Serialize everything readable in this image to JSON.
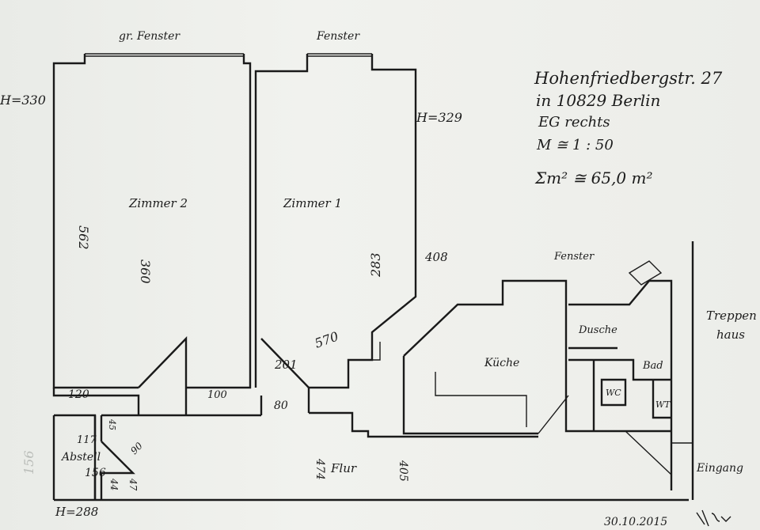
{
  "header": {
    "address_line1": "Hohenfriedbergstr. 27",
    "address_line2": "in 10829 Berlin",
    "floor": "EG rechts",
    "scale": "M ≅ 1 : 50",
    "area_total": "Σm² ≅ 65,0 m²"
  },
  "rooms": {
    "zimmer2": {
      "label": "Zimmer 2",
      "height": "H=330",
      "dim_vertical": "562",
      "dim_width": "360",
      "window": "gr. Fenster"
    },
    "zimmer1": {
      "label": "Zimmer 1",
      "height": "H=329",
      "dim_283": "283",
      "dim_408": "408",
      "dim_570": "570",
      "dim_201": "201",
      "window": "Fenster"
    },
    "kueche": {
      "label": "Küche",
      "window": "Fenster"
    },
    "dusche": {
      "label": "Dusche"
    },
    "bad": {
      "label": "Bad"
    },
    "wc": {
      "label": "WC"
    },
    "wt": {
      "label": "WT"
    },
    "treppenhaus": {
      "label_1": "Treppen",
      "label_2": "haus"
    },
    "eingang": {
      "label": "Eingang"
    },
    "flur": {
      "label": "Flur",
      "dim_474": "474",
      "dim_405": "405"
    },
    "abstell": {
      "label": "Abstell",
      "dim_117": "117",
      "dim_156": "156",
      "dim_45": "45",
      "dim_90": "90",
      "dim_44": "44",
      "dim_47": "47",
      "height": "H=288",
      "faint_dim": "156"
    }
  },
  "door_dims": {
    "d120": "120",
    "d100": "100",
    "d80": "80"
  },
  "footer": {
    "date": "30.10.2015"
  }
}
